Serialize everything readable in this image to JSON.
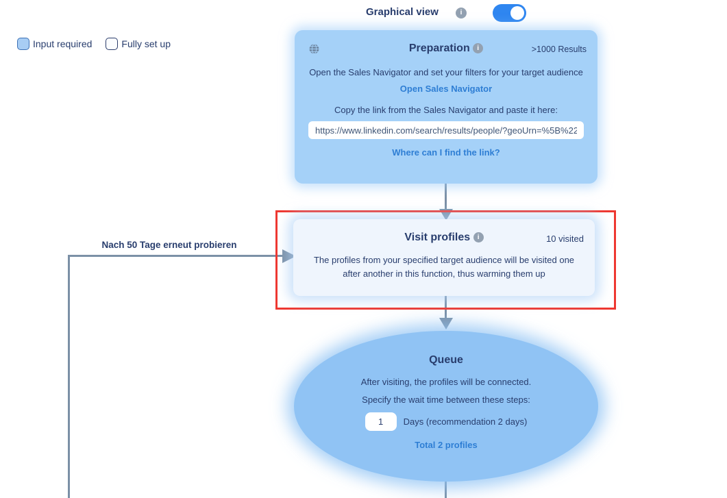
{
  "header": {
    "graphical_view_label": "Graphical view",
    "toggle_state": "on"
  },
  "legend": {
    "input_required_label": "Input required",
    "fully_set_up_label": "Fully set up"
  },
  "flow": {
    "preparation": {
      "title": "Preparation",
      "results_badge": ">1000 Results",
      "line1": "Open the Sales Navigator and set your filters for your target audience",
      "link_open": "Open Sales Navigator",
      "line2": "Copy the link from the Sales Navigator and paste it here:",
      "url_value": "https://www.linkedin.com/search/results/people/?geoUrn=%5B%22",
      "link_help": "Where can I find the link?"
    },
    "visit_profiles": {
      "title": "Visit profiles",
      "visited_badge": "10 visited",
      "body": "The profiles from your specified target audience will be visited one after another in this function, thus warming them up"
    },
    "queue": {
      "title": "Queue",
      "line1": "After visiting, the profiles will be connected.",
      "line2": "Specify the wait time between these steps:",
      "days_value": "1",
      "days_label": "Days (recommendation 2 days)",
      "total_link": "Total 2 profiles"
    },
    "loop_label": "Nach 50 Tage erneut probieren"
  },
  "icons": {
    "info": "i"
  },
  "colors": {
    "card_blue": "#a5d1f8",
    "ellipse_blue": "#90c3f4",
    "visit_card_bg": "#eff5fd",
    "navy_text": "#283d6d",
    "link_blue": "#2e7ed4",
    "toggle_blue": "#2f86f0",
    "connector_slate": "#7b90a6",
    "highlight_red": "#ee3831"
  }
}
